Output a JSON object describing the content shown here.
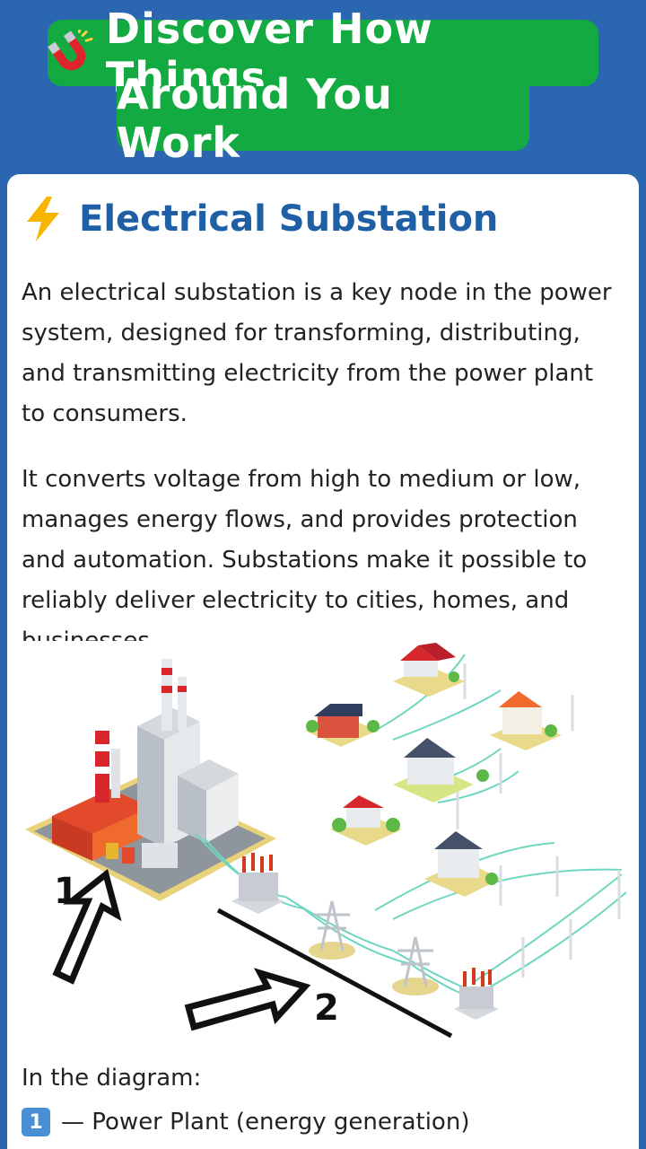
{
  "header": {
    "title_line_1": "Discover How Things",
    "title_line_2": "Around You Work",
    "icon": "magnet-icon"
  },
  "article": {
    "icon": "lightning-bolt-icon",
    "title": "Electrical Substation",
    "paragraph_1": "An electrical substation is a key node in the power system, designed for transforming, distributing, and transmitting electricity from the power plant to consumers.",
    "paragraph_2": "It converts voltage from high to medium or low, manages energy flows, and provides protection and automation. Substations make it possible to reliably deliver electricity to cities, homes, and businesses.",
    "diagram": {
      "label_1": "1",
      "label_2": "2"
    },
    "legend_intro": "In the diagram:",
    "legend_items": [
      {
        "key": "1",
        "text": "— Power Plant (energy generation)"
      }
    ]
  },
  "colors": {
    "header_bg": "#2a67b0",
    "title_bg": "#13ab41",
    "title_text": "#1f5fa6"
  }
}
